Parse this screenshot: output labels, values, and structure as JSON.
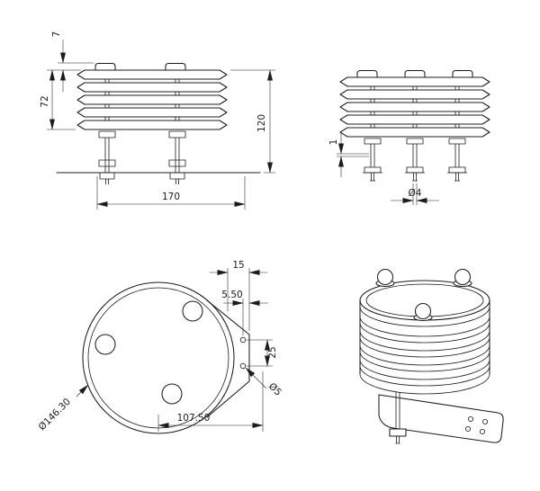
{
  "front_view": {
    "dims": {
      "cap_height": "7",
      "stack_height": "72",
      "overall_height": "120",
      "base_width": "170"
    }
  },
  "side_view": {
    "dims": {
      "plate_gap": "1",
      "rod_diameter": "Ø4"
    }
  },
  "top_view": {
    "dims": {
      "tab_width": "15",
      "hole_edge_offset": "5.50",
      "hole_pitch": "25",
      "outer_diameter": "Ø146.30",
      "mount_span": "107.50",
      "hole_diameter": "Ø5"
    }
  }
}
